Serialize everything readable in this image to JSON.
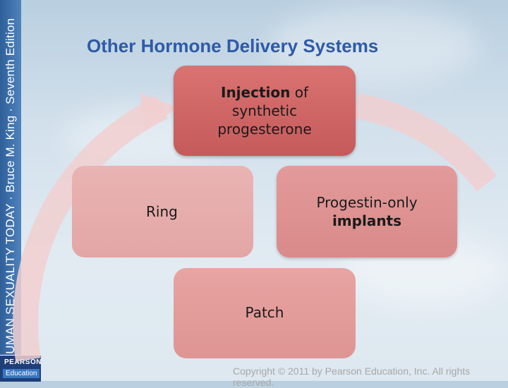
{
  "slide": {
    "title": "Other Hormone Delivery Systems",
    "sidebar_text": "HUMAN SEXUALITY TODAY · Bruce M. King · Seventh Edition",
    "copyright": "Copyright © 2011 by Pearson Education, Inc. All rights reserved."
  },
  "logo": {
    "line1": "PEARSON",
    "line2": "Education"
  },
  "cycle": {
    "injection": {
      "bold": "Injection",
      "rest_line1": " of",
      "line2": "synthetic",
      "line3": "progesterone"
    },
    "implants": {
      "line1": "Progestin-only",
      "bold": "implants"
    },
    "ring": {
      "label": "Ring"
    },
    "patch": {
      "label": "Patch"
    }
  },
  "colors": {
    "title": "#2f5aa8",
    "injection_box": "#c55a5a",
    "implants_box": "#d98a8a",
    "ring_box": "#e9b4b3",
    "patch_box": "#de9593",
    "arc": "#f1cfd0"
  }
}
